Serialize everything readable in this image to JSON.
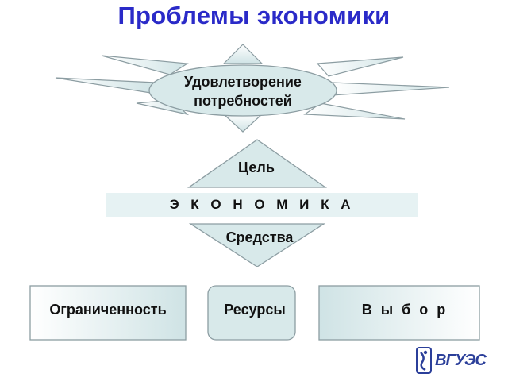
{
  "title": "Проблемы экономики",
  "nodes": {
    "satisfaction": "Удовлетворение потребностей",
    "goal": "Цель",
    "economy": "Э К О Н О М И К А",
    "means": "Средства",
    "limitation": "Ограниченность",
    "resources": "Ресурсы",
    "choice": "В ы б о р"
  },
  "logo": {
    "text": "ВГУЭС"
  },
  "colors": {
    "title": "#2a2ac8",
    "shape_fill": "#d8e9ea",
    "shape_stroke": "#8c9da2",
    "band_fill": "#e6f2f3",
    "logo": "#2b3f9a"
  }
}
